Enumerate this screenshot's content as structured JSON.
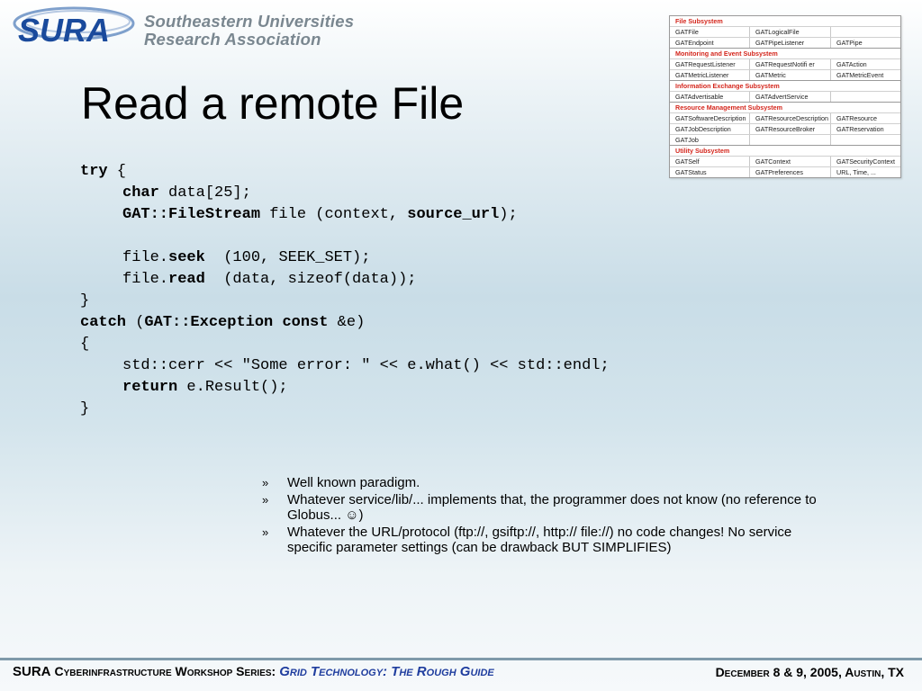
{
  "logo": {
    "mark": "SURA",
    "line1": "Southeastern Universities",
    "line2": "Research Association"
  },
  "slide": {
    "title": "Read a remote File"
  },
  "code": [
    [
      {
        "t": "try",
        "b": true
      },
      {
        "t": " {"
      }
    ],
    [
      {
        "t": "    ",
        "ind": true
      },
      {
        "t": "char",
        "b": true
      },
      {
        "t": " data[25];"
      }
    ],
    [
      {
        "t": "    ",
        "ind": true
      },
      {
        "t": "GAT::FileStream",
        "b": true
      },
      {
        "t": " file (context, "
      },
      {
        "t": "source_url",
        "b": true
      },
      {
        "t": ");"
      }
    ],
    [],
    [
      {
        "t": "    ",
        "ind": true
      },
      {
        "t": "file."
      },
      {
        "t": "seek",
        "b": true
      },
      {
        "t": "  (100, SEEK_SET);"
      }
    ],
    [
      {
        "t": "    ",
        "ind": true
      },
      {
        "t": "file."
      },
      {
        "t": "read",
        "b": true
      },
      {
        "t": "  (data, sizeof(data));"
      }
    ],
    [
      {
        "t": "}"
      }
    ],
    [
      {
        "t": "catch",
        "b": true
      },
      {
        "t": " ("
      },
      {
        "t": "GAT::Exception const",
        "b": true
      },
      {
        "t": " &e)"
      }
    ],
    [
      {
        "t": "{"
      }
    ],
    [
      {
        "t": "    ",
        "ind": true
      },
      {
        "t": "std::cerr << \"Some error: \" << e.what() << std::endl;"
      }
    ],
    [
      {
        "t": "    ",
        "ind": true
      },
      {
        "t": "return",
        "b": true
      },
      {
        "t": " e.Result();"
      }
    ],
    [
      {
        "t": "}"
      }
    ]
  ],
  "bullets": {
    "marker": "»",
    "items": [
      "Well known paradigm.",
      "Whatever service/lib/... implements that, the programmer does not know (no reference to Globus... ☺)",
      "Whatever the URL/protocol (ftp://, gsiftp://, http:// file://) no code changes! No service specific parameter settings (can be drawback BUT SIMPLIFIES)"
    ]
  },
  "subsystems": [
    {
      "title": "File Subsystem",
      "rows": [
        [
          "GATFile",
          "GATLogicalFile",
          ""
        ],
        [
          "GATEndpoint",
          "GATPipeListener",
          "GATPipe"
        ]
      ]
    },
    {
      "title": "Monitoring and Event Subsystem",
      "rows": [
        [
          "GATRequestListener",
          "GATRequestNotifi er",
          " GATAction"
        ],
        [
          "GATMetricListener",
          "GATMetric",
          "GATMetricEvent"
        ]
      ]
    },
    {
      "title": "Information Exchange Subsystem",
      "rows": [
        [
          "GATAdvertisable",
          "GATAdvertService",
          ""
        ]
      ]
    },
    {
      "title": "Resource Management Subsystem",
      "rows": [
        [
          "GATSoftwareDescription",
          "GATResourceDescription",
          "GATResource"
        ],
        [
          "GATJobDescription",
          "GATResourceBroker",
          "GATReservation"
        ],
        [
          "GATJob",
          "",
          ""
        ]
      ]
    },
    {
      "title": "Utility Subsystem",
      "rows": [
        [
          "GATSelf",
          "GATContext",
          "GATSecurityContext"
        ],
        [
          "GATStatus",
          "GATPreferences",
          "URL, Time, ..."
        ]
      ]
    }
  ],
  "footer": {
    "sura": "SURA",
    "series": "Cyberinfrastructure Workshop Series:",
    "guide": "Grid Technology: The Rough Guide",
    "date": "December 8 & 9, 2005, Austin, TX"
  },
  "colors": {
    "logo_blue": "#1a4a9c",
    "logo_gray": "#7a8790",
    "subsystem_title_red": "#d4261c",
    "footer_guide_blue": "#1f3d9e"
  }
}
